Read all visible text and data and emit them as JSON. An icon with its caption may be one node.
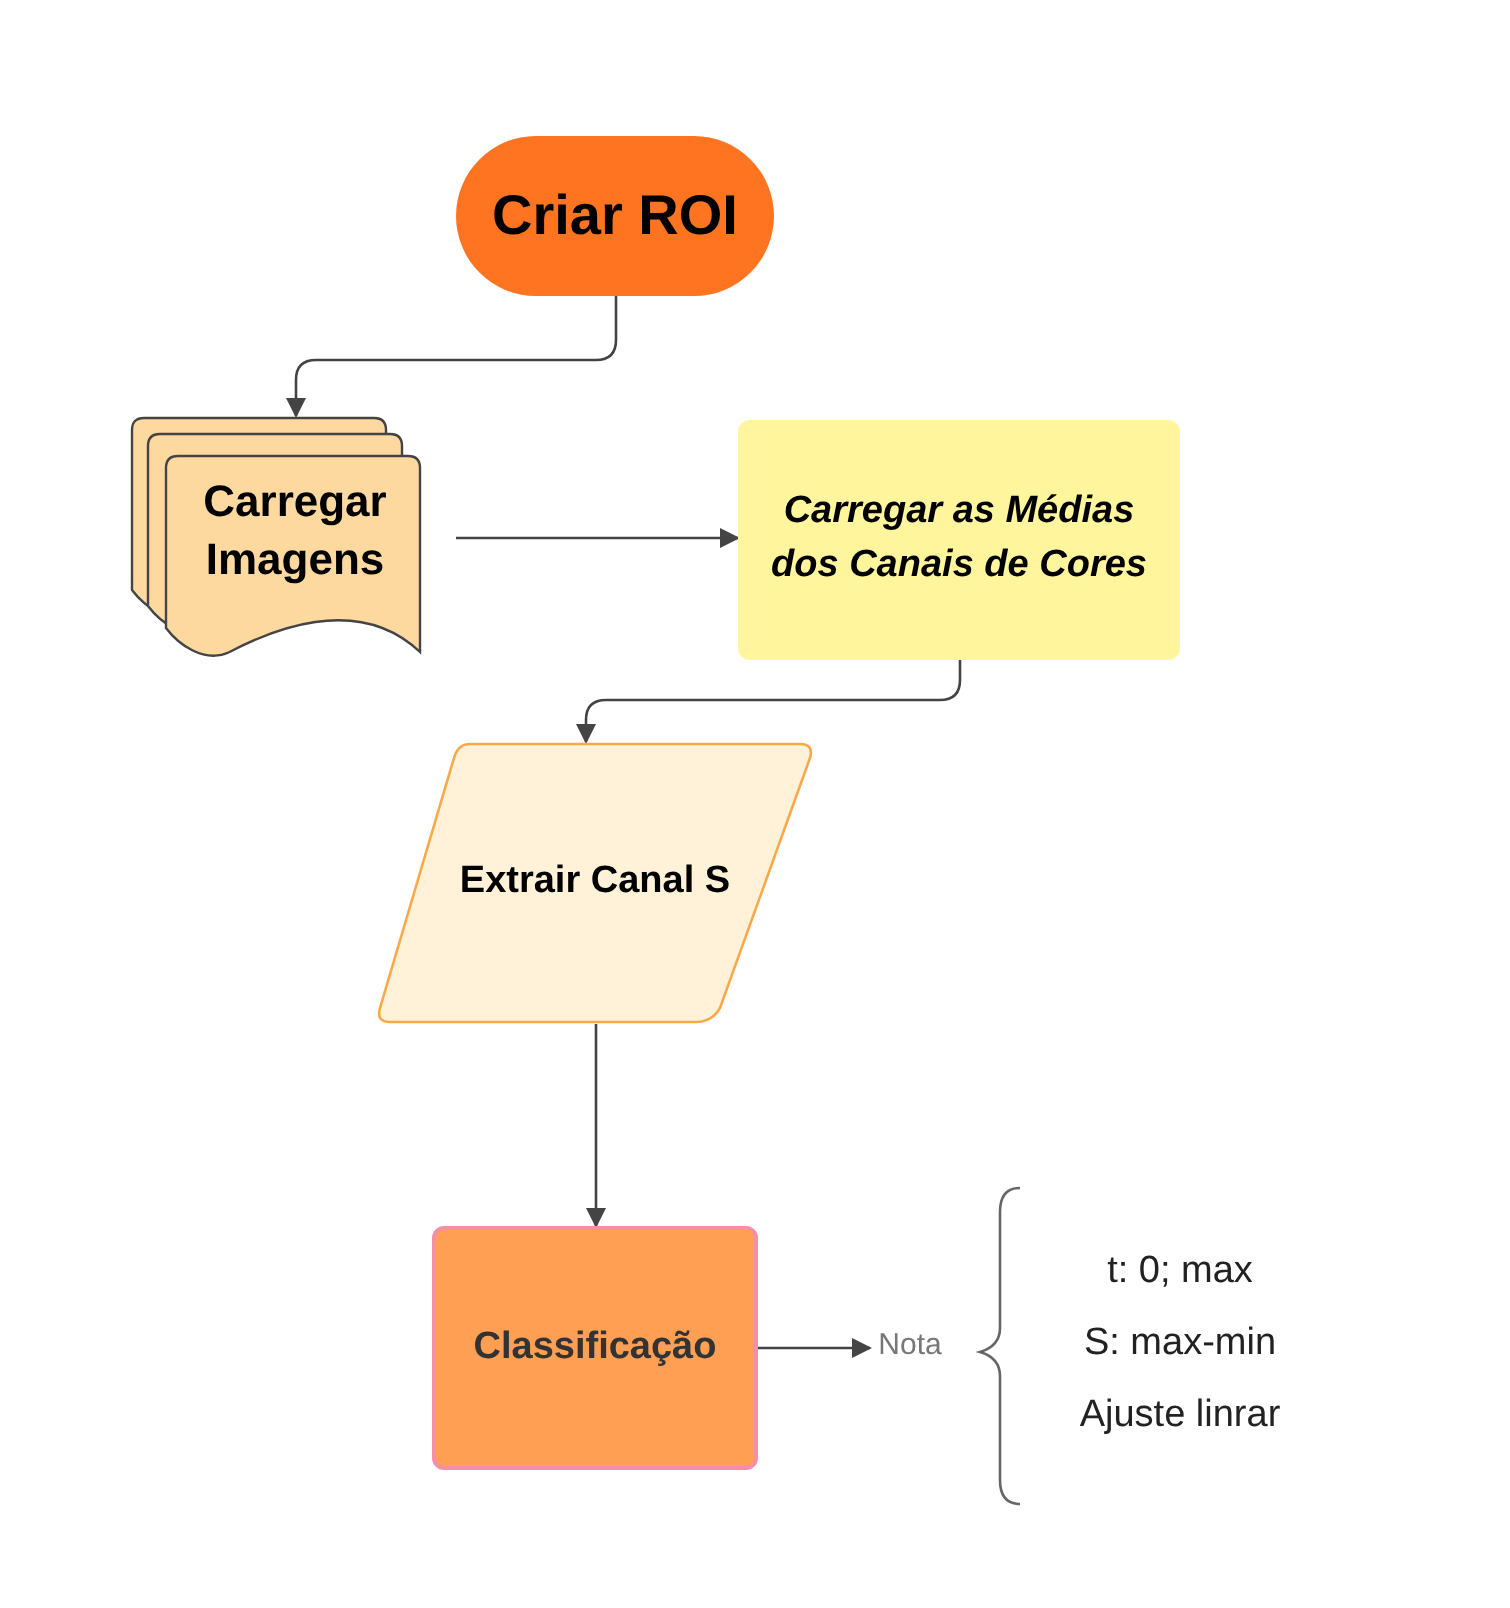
{
  "diagram": {
    "nodes": [
      {
        "text": [
          "Criar ROI"
        ]
      },
      {
        "text": [
          "Carregar Imagens"
        ]
      },
      {
        "text": [
          "Carregar as Médias dos Canais de Cores"
        ]
      },
      {
        "text": [
          "Extrair Canal S"
        ]
      },
      {
        "text": [
          "Classificação"
        ]
      },
      {
        "text": [
          "Nota"
        ]
      }
    ],
    "edges": [
      {
        "from": 0,
        "to": 1,
        "arrow": "to"
      },
      {
        "from": 1,
        "to": 2,
        "arrow": "to"
      },
      {
        "from": 2,
        "to": 3,
        "arrow": "to"
      },
      {
        "from": 3,
        "to": 4,
        "arrow": "to"
      },
      {
        "from": 4,
        "to": 5,
        "arrow": "to"
      }
    ],
    "labels": [
      "t: 0; max",
      "S: max-min",
      "Ajuste linrar"
    ]
  }
}
